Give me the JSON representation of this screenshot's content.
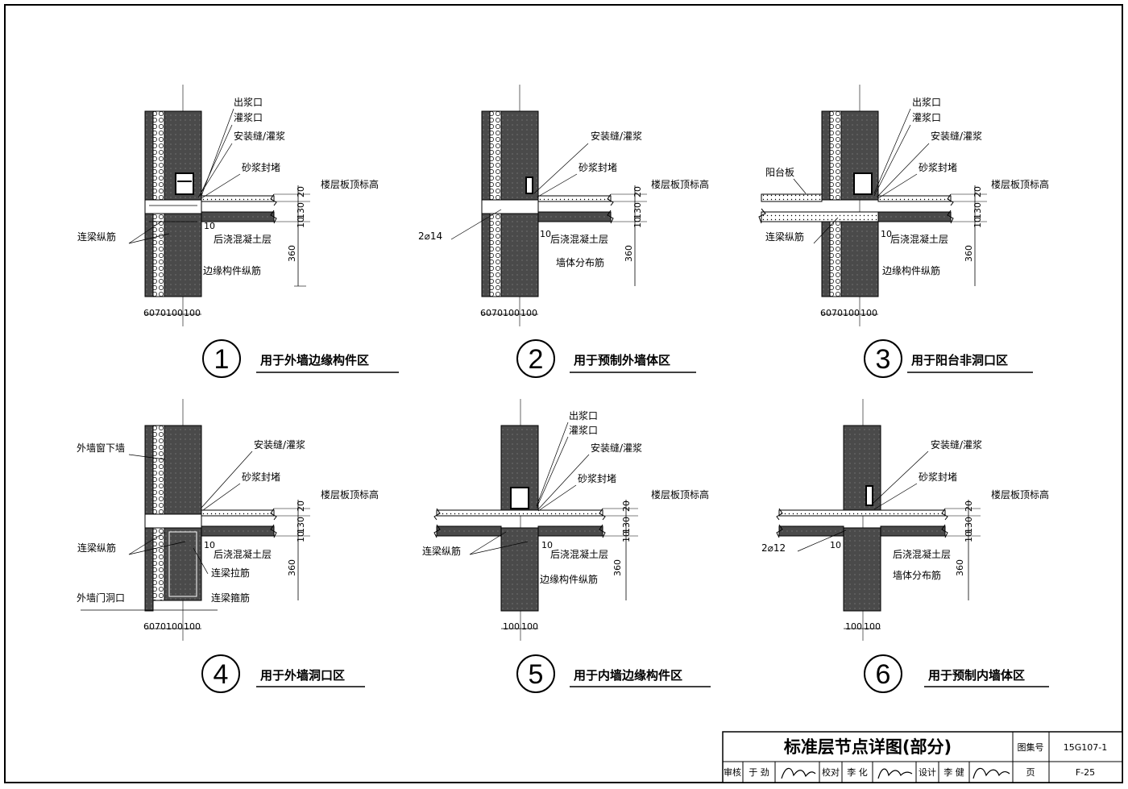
{
  "title_block": {
    "title": "标准层节点详图(部分)",
    "atlas_label": "图集号",
    "atlas_no": "15G107-1",
    "page_label": "页",
    "page_no": "F-25",
    "review_label": "审核",
    "reviewer": "于 劲",
    "check_label": "校对",
    "checker": "李 化",
    "design_label": "设计",
    "designer": "李 健"
  },
  "details": [
    {
      "number": "1",
      "caption": "用于外墙边缘构件区",
      "labels": {
        "outlet": "出浆口",
        "inlet": "灌浆口",
        "joint": "安装缝/灌浆",
        "seal": "砂浆封堵",
        "slab_top": "楼层板顶标高",
        "beam_bars": "连梁纵筋",
        "cast": "后浇混凝土层",
        "edge_bars": "边缘构件纵筋"
      },
      "dims_v": [
        "20",
        "130",
        "10",
        "360"
      ],
      "dims_h": [
        "60",
        "70",
        "100",
        "100"
      ],
      "dim_10": "10"
    },
    {
      "number": "2",
      "caption": "用于预制外墙体区",
      "labels": {
        "joint": "安装缝/灌浆",
        "seal": "砂浆封堵",
        "slab_top": "楼层板顶标高",
        "rebar": "2⌀14",
        "cast": "后浇混凝土层",
        "dist_bars": "墙体分布筋"
      },
      "dims_v": [
        "20",
        "130",
        "10",
        "360"
      ],
      "dims_h": [
        "60",
        "70",
        "100",
        "100"
      ],
      "dim_10": "10"
    },
    {
      "number": "3",
      "caption": "用于阳台非洞口区",
      "labels": {
        "outlet": "出浆口",
        "inlet": "灌浆口",
        "joint": "安装缝/灌浆",
        "seal": "砂浆封堵",
        "balcony": "阳台板",
        "slab_top": "楼层板顶标高",
        "beam_bars": "连梁纵筋",
        "cast": "后浇混凝土层",
        "edge_bars": "边缘构件纵筋"
      },
      "dims_v": [
        "20",
        "130",
        "10",
        "360"
      ],
      "dims_h": [
        "60",
        "70",
        "100",
        "100"
      ],
      "dim_10": "10"
    },
    {
      "number": "4",
      "caption": "用于外墙洞口区",
      "labels": {
        "sill_wall": "外墙窗下墙",
        "joint": "安装缝/灌浆",
        "seal": "砂浆封堵",
        "slab_top": "楼层板顶标高",
        "beam_bars": "连梁纵筋",
        "cast": "后浇混凝土层",
        "tie_bars": "连梁拉筋",
        "door": "外墙门洞口",
        "stirrups": "连梁箍筋"
      },
      "dims_v": [
        "20",
        "130",
        "10",
        "360"
      ],
      "dims_h": [
        "60",
        "70",
        "100",
        "100"
      ],
      "dim_10": "10"
    },
    {
      "number": "5",
      "caption": "用于内墙边缘构件区",
      "labels": {
        "outlet": "出浆口",
        "inlet": "灌浆口",
        "joint": "安装缝/灌浆",
        "seal": "砂浆封堵",
        "slab_top": "楼层板顶标高",
        "beam_bars": "连梁纵筋",
        "cast": "后浇混凝土层",
        "edge_bars": "边缘构件纵筋"
      },
      "dims_v": [
        "20",
        "130",
        "10",
        "360"
      ],
      "dims_h": [
        "100",
        "100"
      ],
      "dim_10": "10"
    },
    {
      "number": "6",
      "caption": "用于预制内墙体区",
      "labels": {
        "joint": "安装缝/灌浆",
        "seal": "砂浆封堵",
        "slab_top": "楼层板顶标高",
        "rebar": "2⌀12",
        "cast": "后浇混凝土层",
        "dist_bars": "墙体分布筋"
      },
      "dims_v": [
        "20",
        "130",
        "10",
        "360"
      ],
      "dims_h": [
        "100",
        "100"
      ],
      "dim_10": "10"
    }
  ]
}
